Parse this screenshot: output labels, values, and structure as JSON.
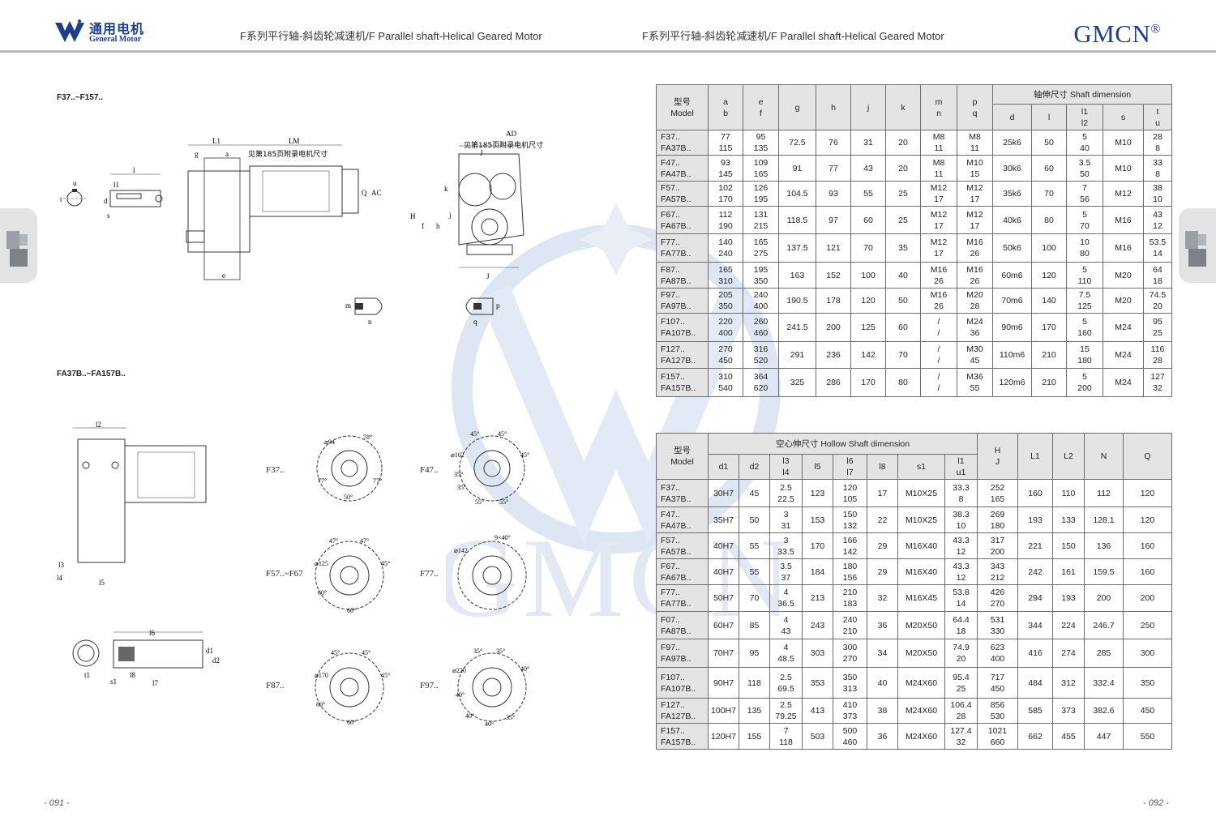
{
  "header": {
    "logo_cn": "通用电机",
    "logo_en": "General Motor",
    "title_left": "F系列平行轴-斜齿轮减速机/F Parallel shaft-Helical Geared Motor",
    "title_right": "F系列平行轴-斜齿轮减速机/F Parallel shaft-Helical Geared Motor",
    "brand": "GMCN",
    "brand_mark": "®",
    "watermark": "GMCN"
  },
  "pages": {
    "left": "- 091 -",
    "right": "- 092 -"
  },
  "colors": {
    "brand_blue": "#1f3d8a",
    "header_line": "#b5b9bd",
    "table_header": "#e4e4e4",
    "side_tab": "#e2e3e4"
  },
  "drawing": {
    "section1_title": "F37..~F157..",
    "section2_title": "FA37B..~FA157B..",
    "L1": "L1",
    "LM": "LM",
    "AD": "AD",
    "AC": "AC",
    "Q": "Q",
    "H": "H",
    "J": "J",
    "g": "g",
    "a": "a",
    "e": "e",
    "f": "f",
    "h": "h",
    "j": "j",
    "k": "k",
    "m": "m",
    "n": "n",
    "p": "p",
    "q": "q",
    "d": "d",
    "l": "l",
    "l1": "l1",
    "t": "t",
    "s": "s",
    "u": "u",
    "l2": "l2",
    "l3": "l3",
    "l4": "l4",
    "l5": "l5",
    "l6": "l6",
    "l7": "l7",
    "l8": "l8",
    "d1": "d1",
    "d2": "d2",
    "s1": "s1",
    "t1": "t1",
    "note_motor": "见第185页附录电机尺寸",
    "flange_labels": [
      "F37..",
      "F47..",
      "F57..~F67",
      "F77..",
      "F87..",
      "F97.."
    ],
    "ang_f37": [
      "78°",
      "77°",
      "77°",
      "50°"
    ],
    "ang_f47": [
      "45°",
      "45°",
      "45°",
      "35°",
      "35°",
      "55°",
      "55°"
    ],
    "ang_f57": [
      "47°",
      "47°",
      "45°",
      "60°",
      "60°"
    ],
    "ang_f77": [
      "9×40°"
    ],
    "ang_f87": [
      "45°",
      "45°",
      "45°",
      "60°",
      "60°"
    ],
    "ang_f97": [
      "35°",
      "35°",
      "40°",
      "40°",
      "40°",
      "40°",
      "35°"
    ],
    "dia": [
      "⌀94",
      "⌀102",
      "⌀125",
      "⌀142",
      "⌀170",
      "⌀220"
    ]
  },
  "table1": {
    "group_header": "轴伸尺寸 Shaft dimension",
    "col_model": [
      "型号",
      "Model"
    ],
    "cols": [
      [
        "a",
        "b"
      ],
      [
        "e",
        "f"
      ],
      [
        "g"
      ],
      [
        "h"
      ],
      [
        "j"
      ],
      [
        "k"
      ],
      [
        "m",
        "n"
      ],
      [
        "p",
        "q"
      ]
    ],
    "sub_cols": [
      [
        "d"
      ],
      [
        "l"
      ],
      [
        "l1",
        "l2"
      ],
      [
        "s"
      ],
      [
        "t",
        "u"
      ]
    ],
    "rows": [
      {
        "model": [
          "F37..",
          "FA37B.."
        ],
        "c": [
          [
            "77",
            "115"
          ],
          [
            "95",
            "135"
          ],
          [
            "72.5"
          ],
          [
            "76"
          ],
          [
            "31"
          ],
          [
            "20"
          ],
          [
            "M8",
            "11"
          ],
          [
            "M8",
            "11"
          ],
          [
            "25k6"
          ],
          [
            "50"
          ],
          [
            "5",
            "40"
          ],
          [
            "M10"
          ],
          [
            "28",
            "8"
          ]
        ]
      },
      {
        "model": [
          "F47..",
          "FA47B.."
        ],
        "c": [
          [
            "93",
            "145"
          ],
          [
            "109",
            "165"
          ],
          [
            "91"
          ],
          [
            "77"
          ],
          [
            "43"
          ],
          [
            "20"
          ],
          [
            "M8",
            "11"
          ],
          [
            "M10",
            "15"
          ],
          [
            "30k6"
          ],
          [
            "60"
          ],
          [
            "3.5",
            "50"
          ],
          [
            "M10"
          ],
          [
            "33",
            "8"
          ]
        ]
      },
      {
        "model": [
          "F57..",
          "FA57B.."
        ],
        "c": [
          [
            "102",
            "170"
          ],
          [
            "126",
            "195"
          ],
          [
            "104.5"
          ],
          [
            "93"
          ],
          [
            "55"
          ],
          [
            "25"
          ],
          [
            "M12",
            "17"
          ],
          [
            "M12",
            "17"
          ],
          [
            "35k6"
          ],
          [
            "70"
          ],
          [
            "7",
            "56"
          ],
          [
            "M12"
          ],
          [
            "38",
            "10"
          ]
        ]
      },
      {
        "model": [
          "F67..",
          "FA67B.."
        ],
        "c": [
          [
            "112",
            "190"
          ],
          [
            "131",
            "215"
          ],
          [
            "118.5"
          ],
          [
            "97"
          ],
          [
            "60"
          ],
          [
            "25"
          ],
          [
            "M12",
            "17"
          ],
          [
            "M12",
            "17"
          ],
          [
            "40k6"
          ],
          [
            "80"
          ],
          [
            "5",
            "70"
          ],
          [
            "M16"
          ],
          [
            "43",
            "12"
          ]
        ]
      },
      {
        "model": [
          "F77..",
          "FA77B.."
        ],
        "c": [
          [
            "140",
            "240"
          ],
          [
            "165",
            "275"
          ],
          [
            "137.5"
          ],
          [
            "121"
          ],
          [
            "70"
          ],
          [
            "35"
          ],
          [
            "M12",
            "17"
          ],
          [
            "M16",
            "26"
          ],
          [
            "50k6"
          ],
          [
            "100"
          ],
          [
            "10",
            "80"
          ],
          [
            "M16"
          ],
          [
            "53.5",
            "14"
          ]
        ]
      },
      {
        "model": [
          "F87..",
          "FA87B.."
        ],
        "c": [
          [
            "165",
            "310"
          ],
          [
            "195",
            "350"
          ],
          [
            "163"
          ],
          [
            "152"
          ],
          [
            "100"
          ],
          [
            "40"
          ],
          [
            "M16",
            "26"
          ],
          [
            "M16",
            "26"
          ],
          [
            "60m6"
          ],
          [
            "120"
          ],
          [
            "5",
            "110"
          ],
          [
            "M20"
          ],
          [
            "64",
            "18"
          ]
        ]
      },
      {
        "model": [
          "F97..",
          "FA97B.."
        ],
        "c": [
          [
            "205",
            "350"
          ],
          [
            "240",
            "400"
          ],
          [
            "190.5"
          ],
          [
            "178"
          ],
          [
            "120"
          ],
          [
            "50"
          ],
          [
            "M16",
            "26"
          ],
          [
            "M20",
            "28"
          ],
          [
            "70m6"
          ],
          [
            "140"
          ],
          [
            "7.5",
            "125"
          ],
          [
            "M20"
          ],
          [
            "74.5",
            "20"
          ]
        ]
      },
      {
        "model": [
          "F107..",
          "FA107B.."
        ],
        "c": [
          [
            "220",
            "400"
          ],
          [
            "260",
            "460"
          ],
          [
            "241.5"
          ],
          [
            "200"
          ],
          [
            "125"
          ],
          [
            "60"
          ],
          [
            "/",
            "/"
          ],
          [
            "M24",
            "36"
          ],
          [
            "90m6"
          ],
          [
            "170"
          ],
          [
            "5",
            "160"
          ],
          [
            "M24"
          ],
          [
            "95",
            "25"
          ]
        ]
      },
      {
        "model": [
          "F127..",
          "FA127B.."
        ],
        "c": [
          [
            "270",
            "450"
          ],
          [
            "316",
            "520"
          ],
          [
            "291"
          ],
          [
            "236"
          ],
          [
            "142"
          ],
          [
            "70"
          ],
          [
            "/",
            "/"
          ],
          [
            "M30",
            "45"
          ],
          [
            "110m6"
          ],
          [
            "210"
          ],
          [
            "15",
            "180"
          ],
          [
            "M24"
          ],
          [
            "116",
            "28"
          ]
        ]
      },
      {
        "model": [
          "F157..",
          "FA157B.."
        ],
        "c": [
          [
            "310",
            "540"
          ],
          [
            "364",
            "620"
          ],
          [
            "325"
          ],
          [
            "286"
          ],
          [
            "170"
          ],
          [
            "80"
          ],
          [
            "/",
            "/"
          ],
          [
            "M36",
            "55"
          ],
          [
            "120m6"
          ],
          [
            "210"
          ],
          [
            "5",
            "200"
          ],
          [
            "M24"
          ],
          [
            "127",
            "32"
          ]
        ]
      }
    ]
  },
  "table2": {
    "group_header": "空心伸尺寸 Hollow Shaft dimension",
    "col_model": [
      "型号",
      "Model"
    ],
    "sub_cols": [
      [
        "d1"
      ],
      [
        "d2"
      ],
      [
        "l3",
        "l4"
      ],
      [
        "l5"
      ],
      [
        "l6",
        "l7"
      ],
      [
        "l8"
      ],
      [
        "s1"
      ],
      [
        "l1",
        "u1"
      ]
    ],
    "cols": [
      [
        "H",
        "J"
      ],
      [
        "L1"
      ],
      [
        "L2"
      ],
      [
        "N"
      ],
      [
        "Q"
      ]
    ],
    "rows": [
      {
        "model": [
          "F37..",
          "FA37B.."
        ],
        "c": [
          [
            "30H7"
          ],
          [
            "45"
          ],
          [
            "2.5",
            "22.5"
          ],
          [
            "123"
          ],
          [
            "120",
            "105"
          ],
          [
            "17"
          ],
          [
            "M10X25"
          ],
          [
            "33.3",
            "8"
          ],
          [
            "252",
            "165"
          ],
          [
            "160"
          ],
          [
            "110"
          ],
          [
            "112"
          ],
          [
            "120"
          ]
        ]
      },
      {
        "model": [
          "F47..",
          "FA47B.."
        ],
        "c": [
          [
            "35H7"
          ],
          [
            "50"
          ],
          [
            "3",
            "31"
          ],
          [
            "153"
          ],
          [
            "150",
            "132"
          ],
          [
            "22"
          ],
          [
            "M10X25"
          ],
          [
            "38.3",
            "10"
          ],
          [
            "269",
            "180"
          ],
          [
            "193"
          ],
          [
            "133"
          ],
          [
            "128.1"
          ],
          [
            "120"
          ]
        ]
      },
      {
        "model": [
          "F57..",
          "FA57B.."
        ],
        "c": [
          [
            "40H7"
          ],
          [
            "55"
          ],
          [
            "3",
            "33.5"
          ],
          [
            "170"
          ],
          [
            "166",
            "142"
          ],
          [
            "29"
          ],
          [
            "M16X40"
          ],
          [
            "43.3",
            "12"
          ],
          [
            "317",
            "200"
          ],
          [
            "221"
          ],
          [
            "150"
          ],
          [
            "136"
          ],
          [
            "160"
          ]
        ]
      },
      {
        "model": [
          "F67..",
          "FA67B.."
        ],
        "c": [
          [
            "40H7"
          ],
          [
            "55"
          ],
          [
            "3.5",
            "37"
          ],
          [
            "184"
          ],
          [
            "180",
            "156"
          ],
          [
            "29"
          ],
          [
            "M16X40"
          ],
          [
            "43.3",
            "12"
          ],
          [
            "343",
            "212"
          ],
          [
            "242"
          ],
          [
            "161"
          ],
          [
            "159.5"
          ],
          [
            "160"
          ]
        ]
      },
      {
        "model": [
          "F77..",
          "FA77B.."
        ],
        "c": [
          [
            "50H7"
          ],
          [
            "70"
          ],
          [
            "4",
            "36.5"
          ],
          [
            "213"
          ],
          [
            "210",
            "183"
          ],
          [
            "32"
          ],
          [
            "M16X45"
          ],
          [
            "53.8",
            "14"
          ],
          [
            "426",
            "270"
          ],
          [
            "294"
          ],
          [
            "193"
          ],
          [
            "200"
          ],
          [
            "200"
          ]
        ]
      },
      {
        "model": [
          "F07..",
          "FA87B.."
        ],
        "c": [
          [
            "60H7"
          ],
          [
            "85"
          ],
          [
            "4",
            "43"
          ],
          [
            "243"
          ],
          [
            "240",
            "210"
          ],
          [
            "36"
          ],
          [
            "M20X50"
          ],
          [
            "64.4",
            "18"
          ],
          [
            "531",
            "330"
          ],
          [
            "344"
          ],
          [
            "224"
          ],
          [
            "246.7"
          ],
          [
            "250"
          ]
        ]
      },
      {
        "model": [
          "F97..",
          "FA97B.."
        ],
        "c": [
          [
            "70H7"
          ],
          [
            "95"
          ],
          [
            "4",
            "48.5"
          ],
          [
            "303"
          ],
          [
            "300",
            "270"
          ],
          [
            "34"
          ],
          [
            "M20X50"
          ],
          [
            "74.9",
            "20"
          ],
          [
            "623",
            "400"
          ],
          [
            "416"
          ],
          [
            "274"
          ],
          [
            "285"
          ],
          [
            "300"
          ]
        ]
      },
      {
        "model": [
          "F107..",
          "FA107B.."
        ],
        "c": [
          [
            "90H7"
          ],
          [
            "118"
          ],
          [
            "2.5",
            "69.5"
          ],
          [
            "353"
          ],
          [
            "350",
            "313"
          ],
          [
            "40"
          ],
          [
            "M24X60"
          ],
          [
            "95.4",
            "25"
          ],
          [
            "717",
            "450"
          ],
          [
            "484"
          ],
          [
            "312"
          ],
          [
            "332.4"
          ],
          [
            "350"
          ]
        ]
      },
      {
        "model": [
          "F127..",
          "FA127B.."
        ],
        "c": [
          [
            "100H7"
          ],
          [
            "135"
          ],
          [
            "2.5",
            "79.25"
          ],
          [
            "413"
          ],
          [
            "410",
            "373"
          ],
          [
            "38"
          ],
          [
            "M24X60"
          ],
          [
            "106.4",
            "28"
          ],
          [
            "856",
            "530"
          ],
          [
            "585"
          ],
          [
            "373"
          ],
          [
            "382.6"
          ],
          [
            "450"
          ]
        ]
      },
      {
        "model": [
          "F157..",
          "FA157B.."
        ],
        "c": [
          [
            "120H7"
          ],
          [
            "155"
          ],
          [
            "7",
            "118"
          ],
          [
            "503"
          ],
          [
            "500",
            "460"
          ],
          [
            "36"
          ],
          [
            "M24X60"
          ],
          [
            "127.4",
            "32"
          ],
          [
            "1021",
            "660"
          ],
          [
            "662"
          ],
          [
            "455"
          ],
          [
            "447"
          ],
          [
            "550"
          ]
        ]
      }
    ]
  }
}
